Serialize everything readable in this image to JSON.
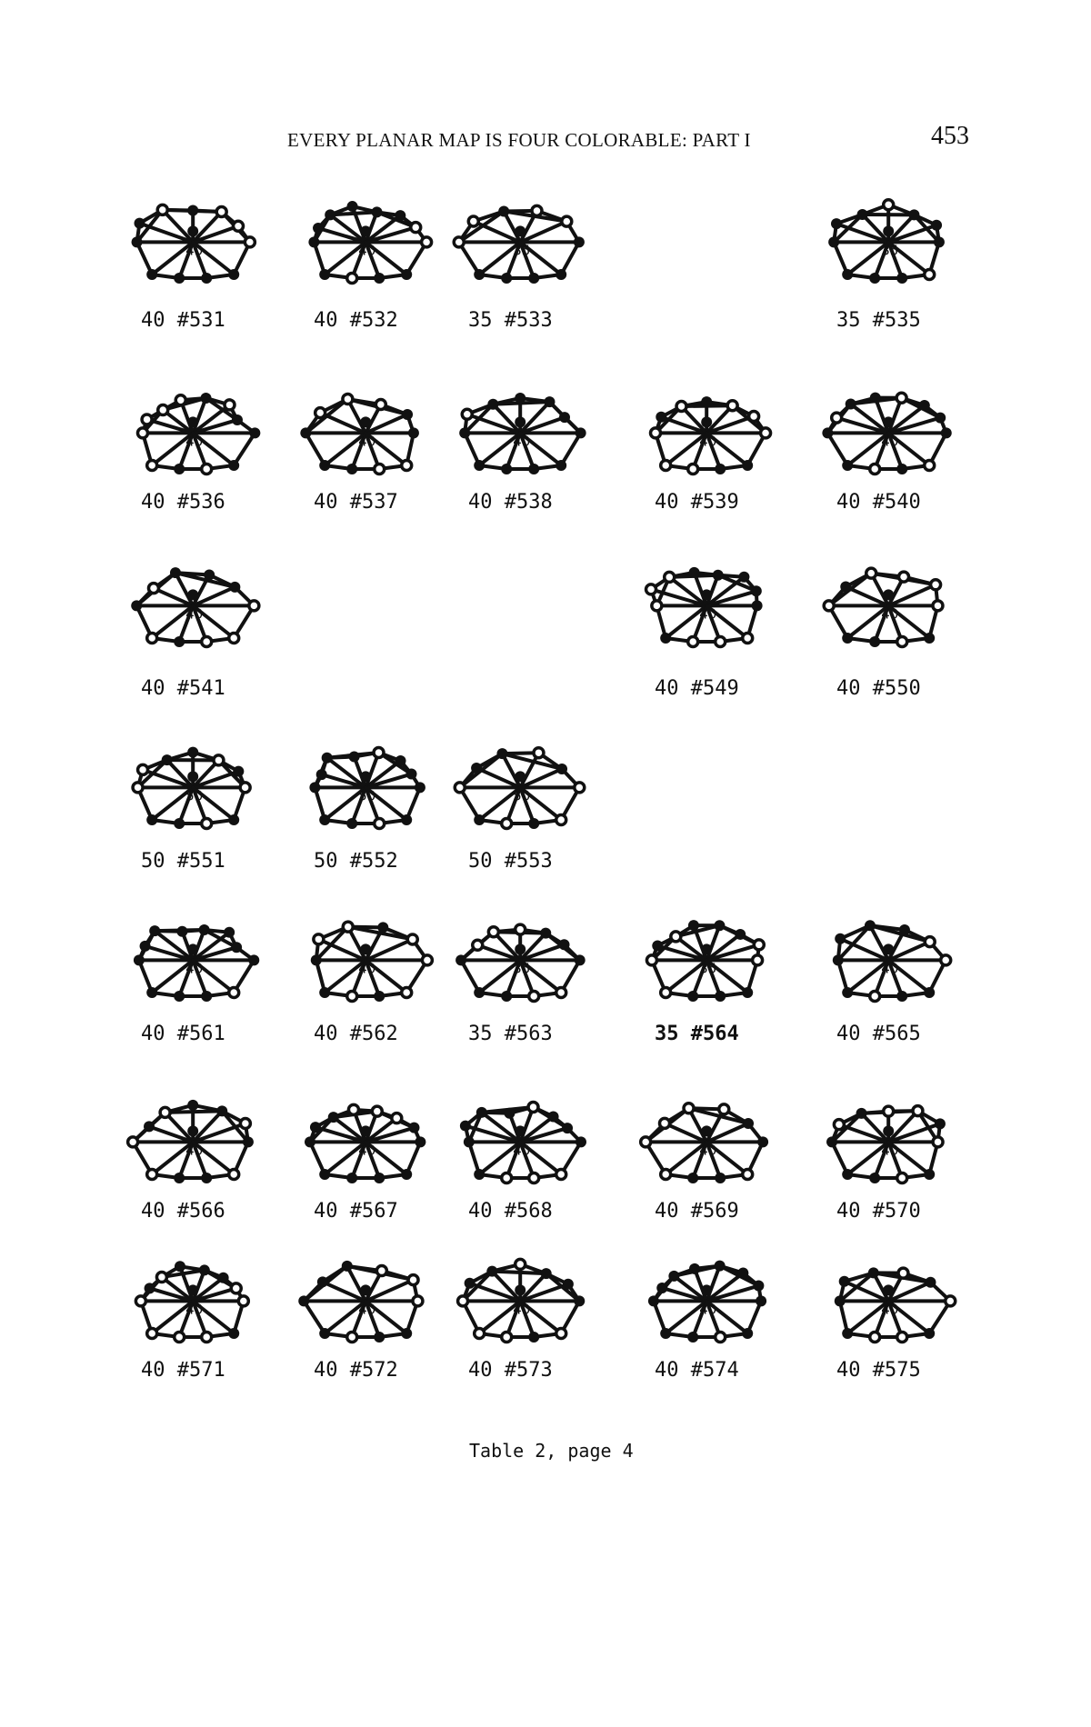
{
  "header": {
    "title": "EVERY PLANAR MAP IS FOUR COLORABLE: PART I",
    "page_number": "453"
  },
  "configurations": [
    {
      "id": "531",
      "caption": "40 #531",
      "inner": "40",
      "row": 1,
      "col": 1
    },
    {
      "id": "532",
      "caption": "40 #532",
      "inner": "40",
      "row": 1,
      "col": 2
    },
    {
      "id": "533",
      "caption": "35 #533",
      "inner": "35",
      "row": 1,
      "col": 3
    },
    {
      "id": "535",
      "caption": "35 #535",
      "inner": "35",
      "row": 1,
      "col": 5
    },
    {
      "id": "536",
      "caption": "40 #536",
      "inner": "40",
      "row": 2,
      "col": 1
    },
    {
      "id": "537",
      "caption": "40 #537",
      "inner": "40",
      "row": 2,
      "col": 2
    },
    {
      "id": "538",
      "caption": "40 #538",
      "inner": "40",
      "row": 2,
      "col": 3
    },
    {
      "id": "539",
      "caption": "40 #539",
      "inner": "40",
      "row": 2,
      "col": 4
    },
    {
      "id": "540",
      "caption": "40 #540",
      "inner": "40",
      "row": 2,
      "col": 5
    },
    {
      "id": "541",
      "caption": "40 #541",
      "inner": "40",
      "row": 3,
      "col": 1
    },
    {
      "id": "549",
      "caption": "40 #549",
      "inner": "40",
      "row": 3,
      "col": 4
    },
    {
      "id": "550",
      "caption": "40 #550",
      "inner": "40",
      "row": 3,
      "col": 5
    },
    {
      "id": "551",
      "caption": "50 #551",
      "inner": "50",
      "row": 4,
      "col": 1
    },
    {
      "id": "552",
      "caption": "50 #552",
      "inner": "50",
      "row": 4,
      "col": 2
    },
    {
      "id": "553",
      "caption": "50 #553",
      "inner": "50",
      "row": 4,
      "col": 3
    },
    {
      "id": "561",
      "caption": "40 #561",
      "inner": "40",
      "row": 5,
      "col": 1
    },
    {
      "id": "562",
      "caption": "40 #562",
      "inner": "40",
      "row": 5,
      "col": 2
    },
    {
      "id": "563",
      "caption": "35 #563",
      "inner": "35",
      "row": 5,
      "col": 3
    },
    {
      "id": "564",
      "caption": "35 #564",
      "inner": "35",
      "row": 5,
      "col": 4,
      "bold": true
    },
    {
      "id": "565",
      "caption": "40 #565",
      "inner": "40",
      "row": 5,
      "col": 5
    },
    {
      "id": "566",
      "caption": "40 #566",
      "inner": "40",
      "row": 6,
      "col": 1
    },
    {
      "id": "567",
      "caption": "40 #567",
      "inner": "40",
      "row": 6,
      "col": 2
    },
    {
      "id": "568",
      "caption": "40 #568",
      "inner": "40",
      "row": 6,
      "col": 3
    },
    {
      "id": "569",
      "caption": "40 #569",
      "inner": "40",
      "row": 6,
      "col": 4
    },
    {
      "id": "570",
      "caption": "40 #570",
      "inner": "40",
      "row": 6,
      "col": 5
    },
    {
      "id": "571",
      "caption": "40 #571",
      "inner": "40",
      "row": 7,
      "col": 1
    },
    {
      "id": "572",
      "caption": "40 #572",
      "inner": "40",
      "row": 7,
      "col": 2
    },
    {
      "id": "573",
      "caption": "40 #573",
      "inner": "40",
      "row": 7,
      "col": 3
    },
    {
      "id": "574",
      "caption": "40 #574",
      "inner": "40",
      "row": 7,
      "col": 4
    },
    {
      "id": "575",
      "caption": "40 #575",
      "inner": "40",
      "row": 7,
      "col": 5
    }
  ],
  "footer": "Table 2, page 4"
}
